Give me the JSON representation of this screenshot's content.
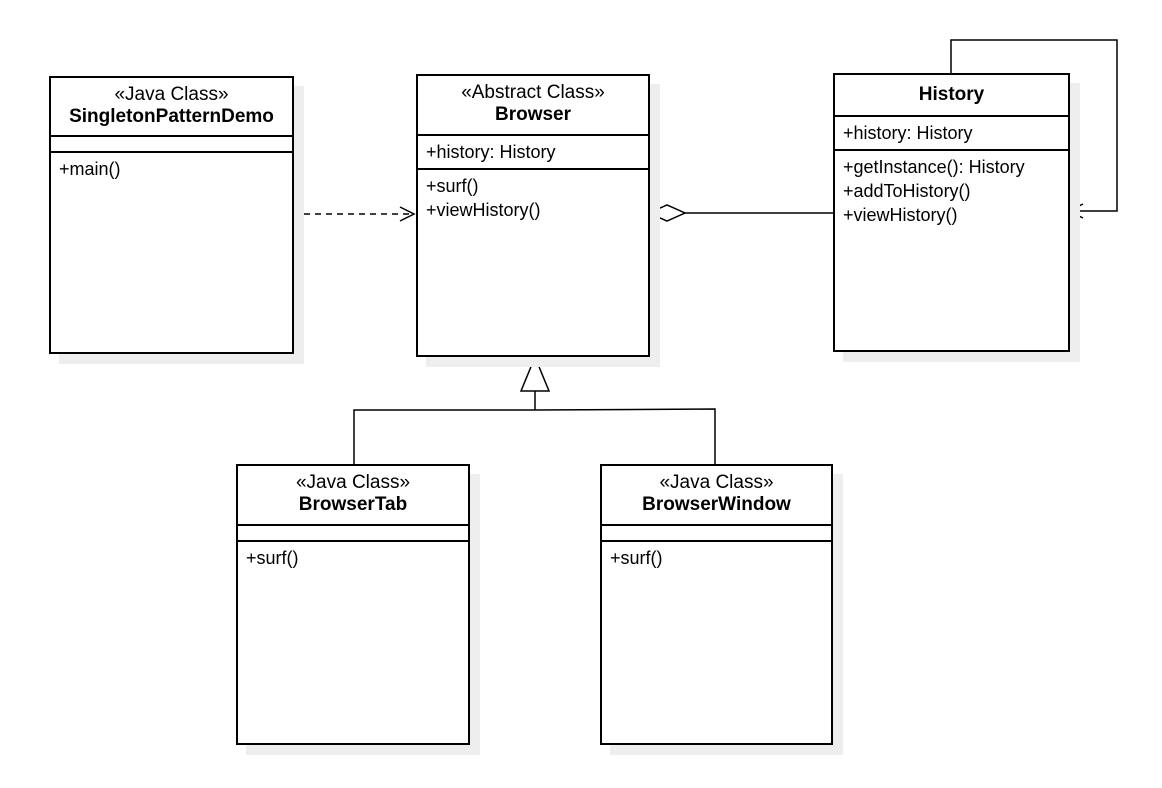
{
  "diagram": {
    "classes": {
      "singleton_demo": {
        "stereotype": "«Java Class»",
        "name": "SingletonPatternDemo",
        "attributes": [],
        "methods": [
          "+main()"
        ]
      },
      "browser": {
        "stereotype": "«Abstract Class»",
        "name": "Browser",
        "attributes": [
          "+history: History"
        ],
        "methods": [
          "+surf()",
          "+viewHistory()"
        ]
      },
      "history": {
        "name": "History",
        "attributes": [
          "+history: History"
        ],
        "methods": [
          "+getInstance(): History",
          "+addToHistory()",
          "+viewHistory()"
        ]
      },
      "browser_tab": {
        "stereotype": "«Java Class»",
        "name": "BrowserTab",
        "attributes": [],
        "methods": [
          "+surf()"
        ]
      },
      "browser_window": {
        "stereotype": "«Java Class»",
        "name": "BrowserWindow",
        "attributes": [],
        "methods": [
          "+surf()"
        ]
      }
    },
    "relationships": [
      {
        "type": "dependency",
        "from": "SingletonPatternDemo",
        "to": "Browser"
      },
      {
        "type": "aggregation",
        "from": "History",
        "to": "Browser"
      },
      {
        "type": "self-association",
        "from": "History",
        "to": "History"
      },
      {
        "type": "generalization",
        "from": "BrowserTab",
        "to": "Browser"
      },
      {
        "type": "generalization",
        "from": "BrowserWindow",
        "to": "Browser"
      }
    ],
    "colors": {
      "line": "#000000",
      "fill": "#ffffff",
      "shadow": "#eeeeee"
    }
  }
}
